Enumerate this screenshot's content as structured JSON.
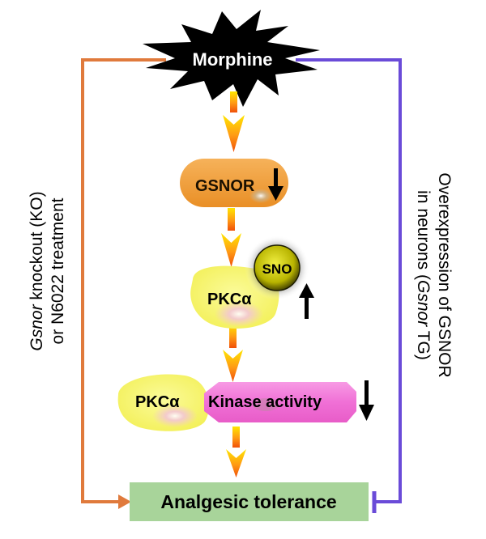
{
  "diagram": {
    "title_node": {
      "label": "Morphine"
    },
    "nodes": {
      "gsnor": {
        "label": "GSNOR",
        "change": "decrease"
      },
      "sno": {
        "label": "SNO",
        "change": "increase"
      },
      "pkca_1": {
        "label": "PKCα"
      },
      "pkca_2": {
        "label": "PKCα"
      },
      "kinase": {
        "label": "Kinase activity",
        "change": "decrease"
      },
      "outcome": {
        "label": "Analgesic tolerance"
      }
    },
    "left_pathway": {
      "line1_italic": "Gsnor",
      "line1_rest": " knockout (KO)",
      "line2": "or N6022 treatment",
      "effect": "promotes",
      "color": "#e07a3c"
    },
    "right_pathway": {
      "line1": "Overexpression of GSNOR",
      "line2_pre": "in neurons (",
      "line2_italic": "Gsnor",
      "line2_post": " TG)",
      "effect": "inhibits",
      "color": "#6a4bd8"
    },
    "colors": {
      "morphine_burst": "#000000",
      "gsnor_fill": "#f0a540",
      "pkca_fill": "#f7f56a",
      "sno_fill": "#c8c400",
      "kinase_fill": "#f27ad8",
      "outcome_fill": "#a8d49a"
    }
  }
}
